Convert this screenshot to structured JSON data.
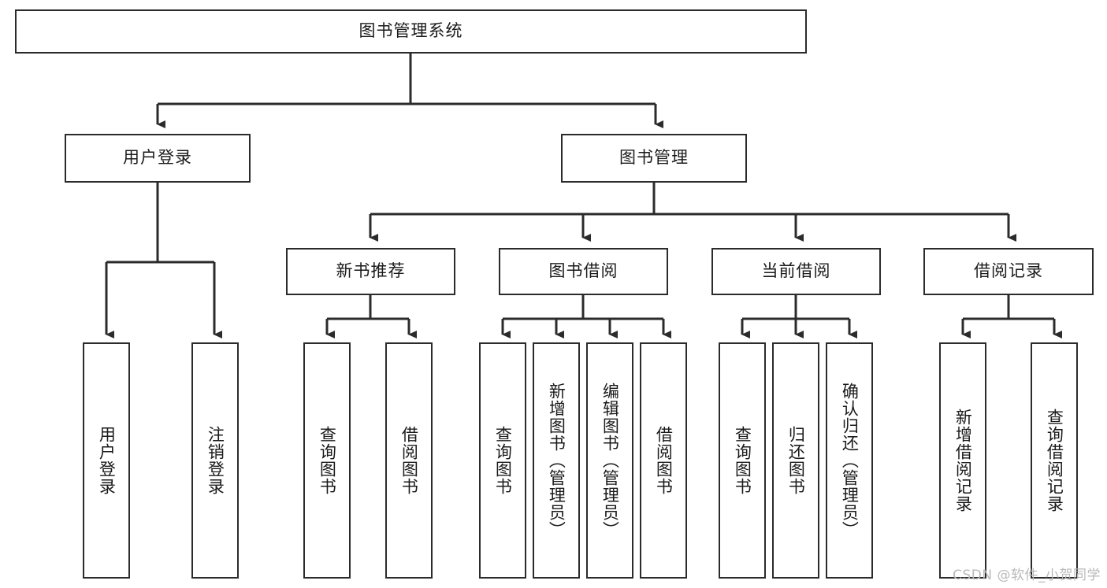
{
  "diagram": {
    "title": "图书管理系统",
    "type": "hierarchy-tree",
    "orientation": "top-down",
    "levels": 4,
    "root": {
      "id": "root",
      "label": "图书管理系统",
      "orientation": "horizontal"
    },
    "level2": [
      {
        "id": "user-login",
        "label": "用户登录",
        "orientation": "horizontal"
      },
      {
        "id": "book-manage",
        "label": "图书管理",
        "orientation": "horizontal"
      }
    ],
    "level3": [
      {
        "id": "new-book-rec",
        "label": "新书推荐",
        "orientation": "horizontal",
        "parent": "book-manage"
      },
      {
        "id": "book-borrow",
        "label": "图书借阅",
        "orientation": "horizontal",
        "parent": "book-manage"
      },
      {
        "id": "current-borrow",
        "label": "当前借阅",
        "orientation": "horizontal",
        "parent": "book-manage"
      },
      {
        "id": "borrow-record",
        "label": "借阅记录",
        "orientation": "horizontal",
        "parent": "book-manage"
      }
    ],
    "leaves": [
      {
        "id": "leaf-user-login",
        "label": "用户登录",
        "parent": "user-login",
        "orientation": "vertical"
      },
      {
        "id": "leaf-logout",
        "label": "注销登录",
        "parent": "user-login",
        "orientation": "vertical"
      },
      {
        "id": "leaf-query-book-rec",
        "label": "查询图书",
        "parent": "new-book-rec",
        "orientation": "vertical"
      },
      {
        "id": "leaf-borrow-book-rec",
        "label": "借阅图书",
        "parent": "new-book-rec",
        "orientation": "vertical"
      },
      {
        "id": "leaf-query-book-borrow",
        "label": "查询图书",
        "parent": "book-borrow",
        "orientation": "vertical"
      },
      {
        "id": "leaf-add-book",
        "label": "新增图书（管理员）",
        "parent": "book-borrow",
        "orientation": "vertical"
      },
      {
        "id": "leaf-edit-book",
        "label": "编辑图书（管理员）",
        "parent": "book-borrow",
        "orientation": "vertical"
      },
      {
        "id": "leaf-borrow-book",
        "label": "借阅图书",
        "parent": "book-borrow",
        "orientation": "vertical"
      },
      {
        "id": "leaf-query-book-current",
        "label": "查询图书",
        "parent": "current-borrow",
        "orientation": "vertical"
      },
      {
        "id": "leaf-return-book",
        "label": "归还图书",
        "parent": "current-borrow",
        "orientation": "vertical"
      },
      {
        "id": "leaf-confirm-return",
        "label": "确认归还（管理员）",
        "parent": "current-borrow",
        "orientation": "vertical"
      },
      {
        "id": "leaf-add-record",
        "label": "新增借阅记录",
        "parent": "borrow-record",
        "orientation": "vertical"
      },
      {
        "id": "leaf-query-record",
        "label": "查询借阅记录",
        "parent": "borrow-record",
        "orientation": "vertical"
      }
    ],
    "watermark": "CSDN @软件_小贺同学",
    "colors": {
      "border": "#2b2b2b",
      "background": "#ffffff",
      "text": "#1a1a1a",
      "connector": "#2b2b2b",
      "watermark": "#b9b9b9"
    }
  }
}
